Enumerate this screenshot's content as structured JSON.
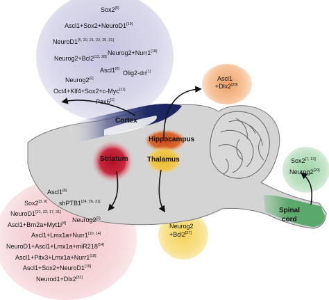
{
  "regions": {
    "cortex": "Cortex",
    "hippocampus": "Hippocampus",
    "striatum": "Striatum",
    "thalamus": "Thalamus",
    "spinal_cord_line1": "Spinal",
    "spinal_cord_line2": "cord"
  },
  "cortex_factors": [
    {
      "text": "Sox2",
      "ref": "[6]"
    },
    {
      "text": "Ascl1+Sox2+NeuroD1",
      "ref": "[19]"
    },
    {
      "text": "NeuroD1",
      "ref": "[5, 20, 21, 22, 25, 31]"
    },
    {
      "text": "Neurog2+Bcl2",
      "ref": "[12, 28]"
    },
    {
      "text": "Neurog2+Nurr1",
      "ref": "[18]"
    },
    {
      "text": "Ascl1",
      "ref": "[8]"
    },
    {
      "text": "Neurog2",
      "ref": "[2]"
    },
    {
      "text": "Olig2-dn",
      "ref": "[1]"
    },
    {
      "text": "Oct4+Klf4+Sox2+c-Myc",
      "ref": "[11]"
    },
    {
      "text": "Pax6",
      "ref": "[1]"
    }
  ],
  "hippocampus_factors": [
    {
      "text": "Ascl1",
      "ref": ""
    },
    {
      "text": "+Dlx2",
      "ref": "[28]"
    }
  ],
  "spinal_factors": [
    {
      "text": "Sox2",
      "ref": "[7, 13]"
    },
    {
      "text": "Neurog2",
      "ref": "[29]"
    }
  ],
  "thalamus_factors": [
    {
      "text": "Neurog2",
      "ref": ""
    },
    {
      "text": "+Bcl2",
      "ref": "[27]"
    }
  ],
  "striatum_factors": [
    {
      "text": "Ascl1",
      "ref": "[8]"
    },
    {
      "text": "Sox2",
      "ref": "[3, 9]"
    },
    {
      "text": "shPTB1",
      "ref": "[24, 26, 31]"
    },
    {
      "text": "NeuroD1",
      "ref": "[21, 22, 17, 31]"
    },
    {
      "text": "Neurog2",
      "ref": "[2]"
    },
    {
      "text": "Ascl1+Brn2a+Myt1l",
      "ref": "[4]"
    },
    {
      "text": "Ascl1+Lmx1a+Nurr1",
      "ref": "[10, 14]"
    },
    {
      "text": "NeuroD1+Ascl1+Lmx1a+miR218",
      "ref": "[14]"
    },
    {
      "text": "Ascl1+Pitx3+Lmx1a+Nurr1",
      "ref": "[18]"
    },
    {
      "text": "Ascl1+Sox2+NeuroD1",
      "ref": "[19]"
    },
    {
      "text": "Neurod1+Dlx2",
      "ref": "[32]"
    }
  ],
  "colors": {
    "cortex_bubble": "#c9c8e0",
    "striatum_bubble": "#f2c8cc",
    "hippocampus_bubble": "#f0a068",
    "thalamus_bubble": "#f3d35a",
    "spinal_bubble": "#9fd3a8",
    "brain_fill": "#d4d4d4",
    "cortex_band": "#2a3470",
    "striatum_region": "#b01028",
    "hippocampus_region": "#c84818",
    "thalamus_region": "#e8b830",
    "spinal_region": "#5aa86a"
  }
}
